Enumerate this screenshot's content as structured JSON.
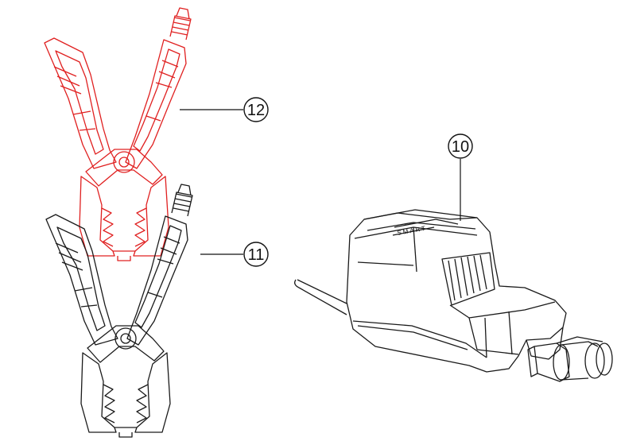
{
  "callouts": [
    {
      "number": "⑫",
      "part": "red-clamp"
    },
    {
      "number": "⑪",
      "part": "black-clamp"
    },
    {
      "number": "⑩",
      "part": "smart-cable-connector"
    }
  ],
  "connector_marking": "SMART",
  "colors": {
    "red_clamp": "#e02020",
    "black_clamp": "#1a1a1a",
    "connector": "#1a1a1a",
    "background": "#ffffff"
  }
}
